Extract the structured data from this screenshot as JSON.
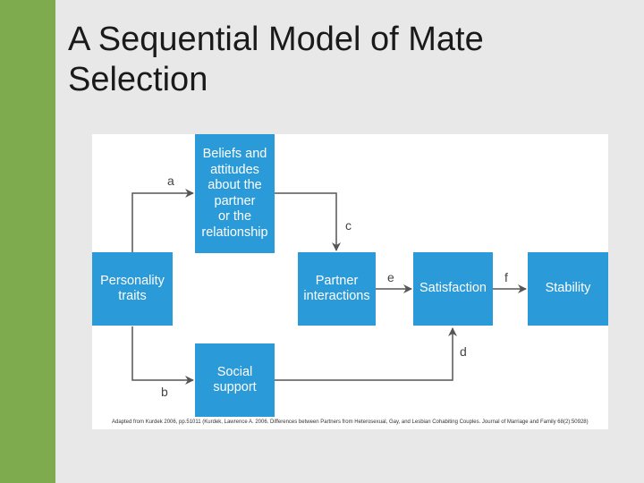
{
  "slide": {
    "title": "A Sequential Model of Mate Selection"
  },
  "diagram": {
    "nodes": {
      "personality": "Personality\ntraits",
      "beliefs": "Beliefs and\nattitudes\nabout the\npartner\nor the\nrelationship",
      "social": "Social\nsupport",
      "interactions": "Partner\ninteractions",
      "satisfaction": "Satisfaction",
      "stability": "Stability"
    },
    "edges": {
      "a": "a",
      "b": "b",
      "c": "c",
      "d": "d",
      "e": "e",
      "f": "f"
    },
    "caption": "Adapted from Kurdek 2006, pp.51011 (Kurdek, Lawrence A. 2006. Differences between Partners from Heterosexual, Gay, and Lesbian Cohabiting Couples. Journal of Marriage and Family 68(2):50928)"
  },
  "colors": {
    "accent_bar": "#7fab4f",
    "box_fill": "#2a9ad9",
    "arrow": "#555555",
    "slide_background": "#e8e8e8"
  }
}
